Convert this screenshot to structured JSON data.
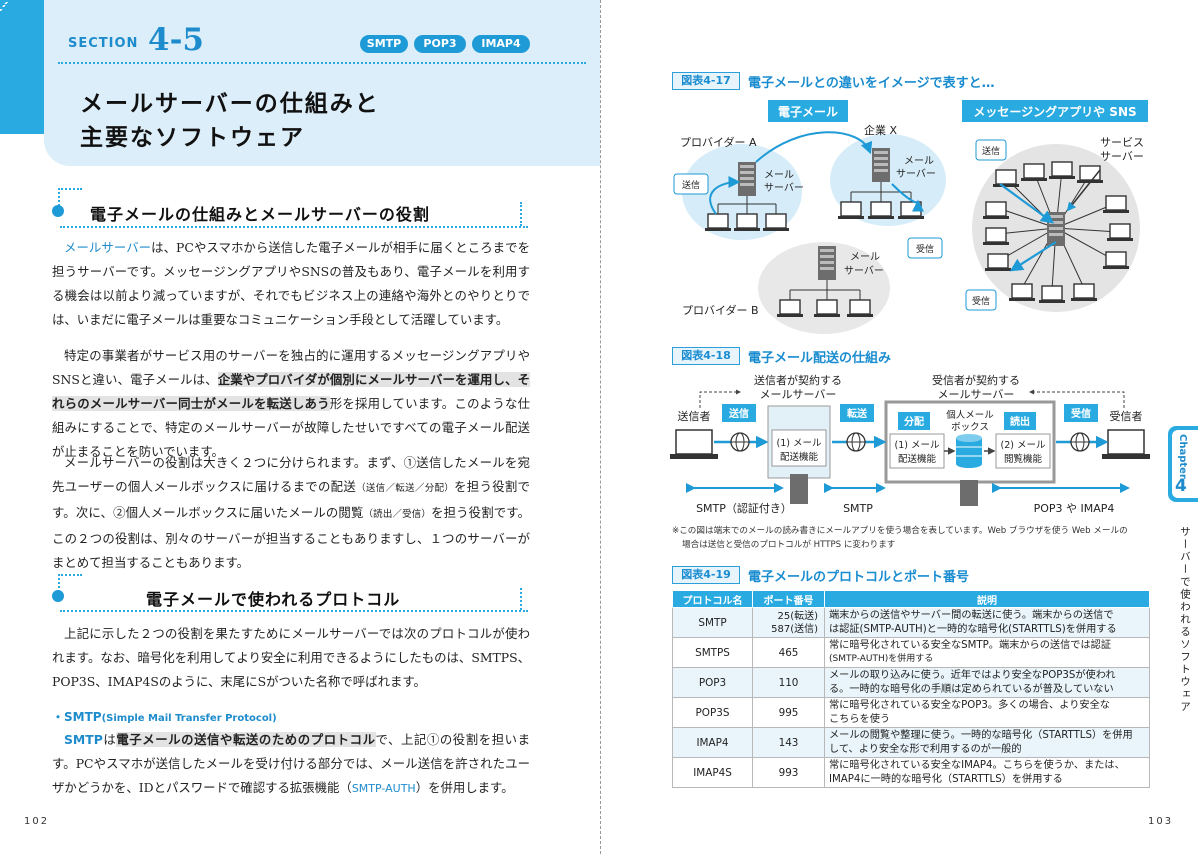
{
  "left_page": {
    "section_label": "SECTION",
    "section_number": "4-5",
    "tags": [
      "SMTP",
      "POP3",
      "IMAP4"
    ],
    "title_lines": [
      "メールサーバーの仕組みと",
      "主要なソフトウェア"
    ],
    "heading1": "電子メールの仕組みとメールサーバーの役割",
    "p1": {
      "kw": "メールサーバー",
      "rest": "は、PCやスマホから送信した電子メールが相手に届くところまでを担うサーバーです。メッセージングアプリやSNSの普及もあり、電子メールを利用する機会は以前より減っていますが、それでもビジネス上の連絡や海外とのやりとりでは、いまだに電子メールは重要なコミュニケーション手段として活躍しています。"
    },
    "p2": {
      "a": "特定の事業者がサービス用のサーバーを独占的に運用するメッセージングアプリやSNSと違い、電子メールは、",
      "b": "企業やプロバイダが個別にメールサーバーを運用し、それらのメールサーバー同士がメールを転送しあう",
      "c": "形を採用しています。このような仕組みにすることで、特定のメールサーバーが故障したせいですべての電子メール配送が止まることを防いでいます。"
    },
    "p3": {
      "a": "メールサーバーの役割は大きく２つに分けられます。まず、①送信したメールを宛先ユーザーの個人メールボックスに届けるまでの配送",
      "s1": "（送信／転送／分配）",
      "b": "を担う役割です。次に、②個人メールボックスに届いたメールの閲覧",
      "s2": "（読出／受信）",
      "c": "を担う役割です。この２つの役割は、別々のサーバーが担当することもありますし、１つのサーバーがまとめて担当することもあります。"
    },
    "heading2": "電子メールで使われるプロトコル",
    "p4": "上記に示した２つの役割を果たすためにメールサーバーでは次のプロトコルが使われます。なお、暗号化を利用してより安全に利用できるようにしたものは、SMTPS、POP3S、IMAP4Sのように、末尾にSがついた名称で呼ばれます。",
    "smtp_heading": "・SMTP",
    "smtp_heading_sub": "(Simple Mail Transfer Protocol)",
    "p5": {
      "kw": "SMTP",
      "a": "は",
      "b": "電子メールの送信や転送のためのプロトコル",
      "c": "で、上記①の役割を担います。PCやスマホが送信したメールを受け付ける部分では、メール送信を許されたユーザかどうかを、IDとパスワードで確認する拡張機能（",
      "kw2": "SMTP-AUTH",
      "d": "）を併用します。"
    },
    "page_number": "102"
  },
  "right_page": {
    "fig17": {
      "label": "図表4-17",
      "title": "電子メールとの違いをイメージで表すと…",
      "email_tag": "電子メール",
      "sns_tag": "メッセージングアプリや SNS",
      "provider_a": "プロバイダー A",
      "company_x": "企業 X",
      "provider_b": "プロバイダー B",
      "mail_server": [
        "メール",
        "サーバー"
      ],
      "service_server": [
        "サービス",
        "サーバー"
      ],
      "send": "送信",
      "recv": "受信"
    },
    "fig18": {
      "label": "図表4-18",
      "title": "電子メール配送の仕組み",
      "sender_server": [
        "送信者が契約する",
        "メールサーバー"
      ],
      "receiver_server": [
        "受信者が契約する",
        "メールサーバー"
      ],
      "sender": "送信者",
      "receiver": "受信者",
      "send": "送信",
      "transfer": "転送",
      "distribute": "分配",
      "read": "読出",
      "recv": "受信",
      "func1": [
        "(1) メール",
        "配送機能"
      ],
      "mailbox": [
        "個人メール",
        "ボックス"
      ],
      "func2": [
        "(2) メール",
        "閲覧機能"
      ],
      "proto_left": "SMTP（認証付き）",
      "proto_mid": "SMTP",
      "proto_right": "POP3 や IMAP4",
      "note1": "※この図は端末でのメールの読み書きにメールアプリを使う場合を表しています。Web ブラウザを使う Web メールの",
      "note2": "場合は送信と受信のプロトコルが HTTPS に変わります"
    },
    "fig19": {
      "label": "図表4-19",
      "title": "電子メールのプロトコルとポート番号",
      "headers": [
        "プロトコル名",
        "ポート番号",
        "説明"
      ],
      "rows": [
        {
          "name": "SMTP",
          "port": "25(転送)",
          "port2": "587(送信)",
          "desc1": "端末からの送信やサーバー間の転送に使う。端末からの送信で",
          "desc2": "は認証(SMTP-AUTH)と一時的な暗号化(STARTTLS)を併用する"
        },
        {
          "name": "SMTPS",
          "port": "465",
          "port2": "",
          "desc1": "常に暗号化されている安全なSMTP。端末からの送信では認証",
          "desc2": "(SMTP-AUTH)を併用する"
        },
        {
          "name": "POP3",
          "port": "110",
          "port2": "",
          "desc1": "メールの取り込みに使う。近年ではより安全なPOP3Sが使われ",
          "desc2": "る。一時的な暗号化の手順は定められているが普及していない"
        },
        {
          "name": "POP3S",
          "port": "995",
          "port2": "",
          "desc1": "常に暗号化されている安全なPOP3。多くの場合、より安全な",
          "desc2": "こちらを使う"
        },
        {
          "name": "IMAP4",
          "port": "143",
          "port2": "",
          "desc1": "メールの閲覧や整理に使う。一時的な暗号化（STARTTLS）を併用",
          "desc2": "して、より安全な形で利用するのが一般的"
        },
        {
          "name": "IMAP4S",
          "port": "993",
          "port2": "",
          "desc1": "常に暗号化されている安全なIMAP4。こちらを使うか、または、",
          "desc2": "IMAP4に一時的な暗号化（STARTTLS）を併用する"
        }
      ]
    },
    "chapter_label": "Chapter",
    "chapter_number": "4",
    "side_text": "サーバーで使われるソフトウェア",
    "page_number": "103"
  },
  "colors": {
    "accent": "#29abe2",
    "accent_dark": "#1a8cd0",
    "band": "#dceef9"
  }
}
